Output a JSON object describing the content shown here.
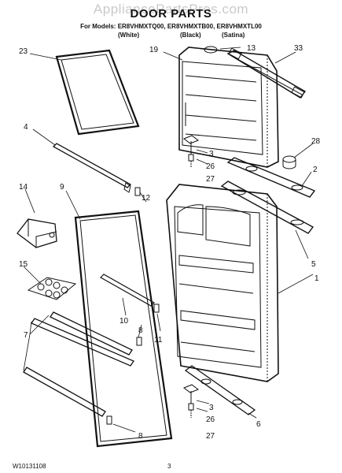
{
  "header": {
    "watermark": "AppliancePartsPros.com",
    "title": "DOOR PARTS",
    "models_line": "For Models: ER8VHMXTQ00, ER8VHMXTB00, ER8VHMXTL00",
    "color_white": "(White)",
    "color_black": "(Black)",
    "color_satina": "(Satina)"
  },
  "callouts": {
    "c23": "23",
    "c19": "19",
    "c13": "13",
    "c33": "33",
    "c4": "4",
    "c3a": "3",
    "c26a": "26",
    "c27a": "27",
    "c28": "28",
    "c2": "2",
    "c14": "14",
    "c9": "9",
    "c12": "12",
    "c15": "15",
    "c5": "5",
    "c1": "1",
    "c10": "10",
    "c8a": "8",
    "c11": "11",
    "c7": "7",
    "c3b": "3",
    "c26b": "26",
    "c6": "6",
    "c27b": "27",
    "c8b": "8"
  },
  "footer": {
    "doc_number": "W10131108",
    "page_number": "3"
  }
}
